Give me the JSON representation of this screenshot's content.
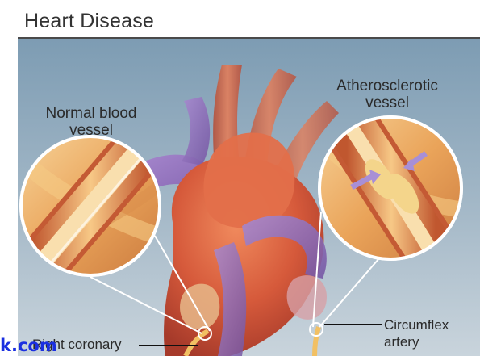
{
  "title": "Heart Disease",
  "labels": {
    "normal_vessel_line1": "Normal blood",
    "normal_vessel_line2": "vessel",
    "atherosclerotic_line1": "Atherosclerotic",
    "atherosclerotic_line2": "vessel",
    "right_coronary": "Right coronary",
    "circumflex_line1": "Circumflex",
    "circumflex_line2": "artery"
  },
  "watermark": "k.com",
  "colors": {
    "background_top": "#7f9fb6",
    "background_bottom": "#c7d3dc",
    "heart": "#d9603f",
    "vein": "#8f6fb8",
    "vessel_wall": "#f0b25a",
    "plaque": "#f6d58a",
    "watermark": "#1a2fe0"
  }
}
